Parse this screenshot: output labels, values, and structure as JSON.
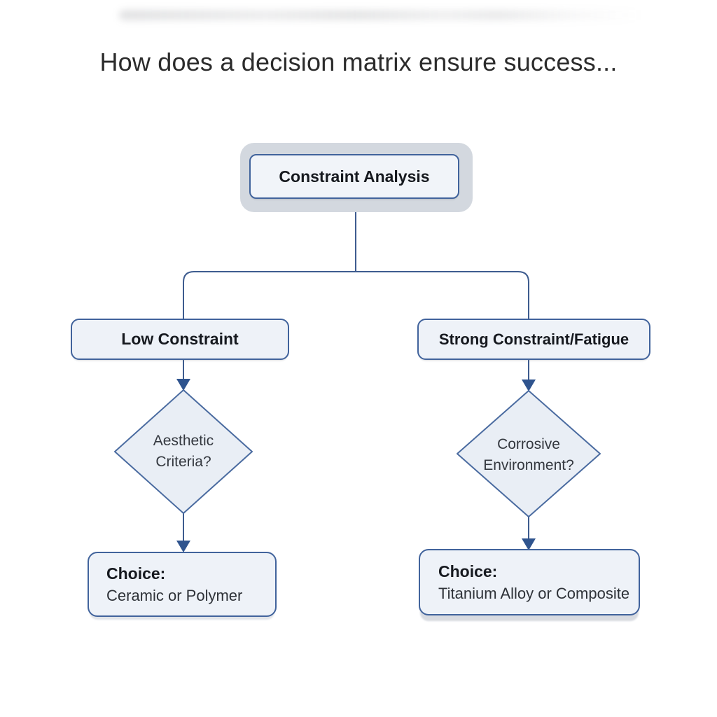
{
  "title": "How does a decision matrix ensure success...",
  "colors": {
    "background": "#ffffff",
    "node_border": "#41639c",
    "node_fill": "#eef2f8",
    "root_fill": "#f1f4f9",
    "diamond_fill": "#e9eef5",
    "diamond_border": "#4a6ba0",
    "connector_line": "#3e5c8f",
    "arrowhead": "#2f548e",
    "root_halo": "#d3d8df",
    "shadow": "#d8dbe1",
    "title_text": "#2b2b2b",
    "bold_text": "#16191f",
    "body_text": "#34383f"
  },
  "flowchart": {
    "root": {
      "label": "Constraint Analysis"
    },
    "branches": [
      {
        "condition": {
          "label": "Low Constraint"
        },
        "decision": {
          "text": "Aesthetic\nCriteria?"
        },
        "choice": {
          "label": "Choice:",
          "value": "Ceramic or Polymer"
        }
      },
      {
        "condition": {
          "label": "Strong Constraint/Fatigue"
        },
        "decision": {
          "text": "Corrosive\nEnvironment?"
        },
        "choice": {
          "label": "Choice:",
          "value": "Titanium Alloy or Composite"
        }
      }
    ]
  }
}
